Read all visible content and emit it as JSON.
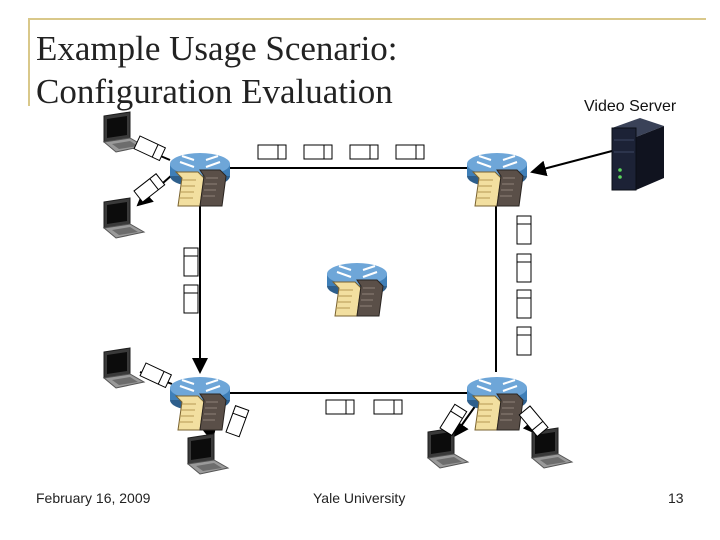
{
  "slide": {
    "title_line1": "Example Usage Scenario:",
    "title_line2": "Configuration Evaluation",
    "server_label": "Video Server",
    "footer_date": "February 16, 2009",
    "footer_org": "Yale University",
    "footer_page": "13"
  },
  "icons": {
    "router": "router-icon",
    "config": "config-scroll-icon",
    "laptop": "laptop-icon",
    "server": "server-icon",
    "packet": "packet-icon"
  },
  "colors": {
    "frame": "#d9c88a",
    "router_body": "#3f7fb8",
    "router_top": "#6ea6d8",
    "server_body": "#1c2236",
    "link": "#000000"
  }
}
